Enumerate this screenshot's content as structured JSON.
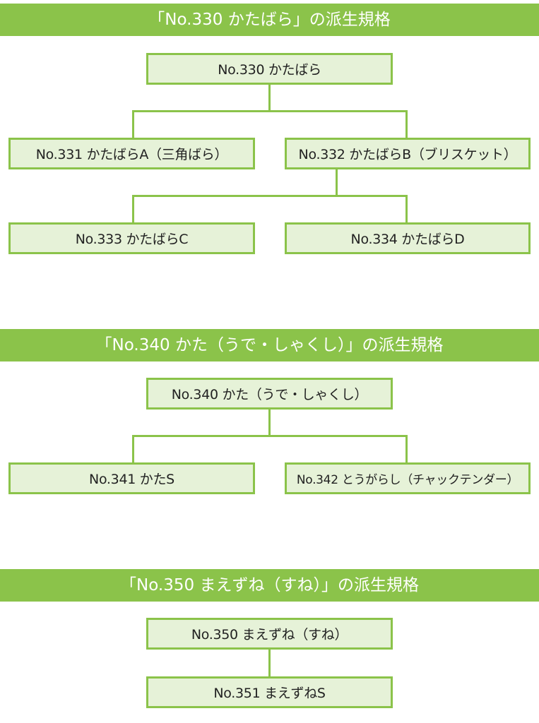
{
  "sections": [
    {
      "header": "「No.330 かたばら」の派生規格",
      "root": "No.330 かたばら",
      "children": [
        "No.331 かたばらA（三角ばら）",
        "No.332 かたばらB（ブリスケット）"
      ],
      "grandchildren": [
        "No.333 かたばらC",
        "No.334 かたばらD"
      ]
    },
    {
      "header": "「No.340 かた（うで・しゃくし）」の派生規格",
      "root": "No.340 かた（うで・しゃくし）",
      "children": [
        "No.341 かたS",
        "No.342 とうがらし（チャックテンダー）"
      ]
    },
    {
      "header": "「No.350 まえずね（すね）」の派生規格",
      "root": "No.350 まえずね（すね）",
      "children": [
        "No.351 まえずねS"
      ]
    }
  ],
  "colors": {
    "accent": "#8bc34a",
    "box_fill": "#e6f2d8",
    "header_text": "#ffffff",
    "box_text": "#222222"
  }
}
